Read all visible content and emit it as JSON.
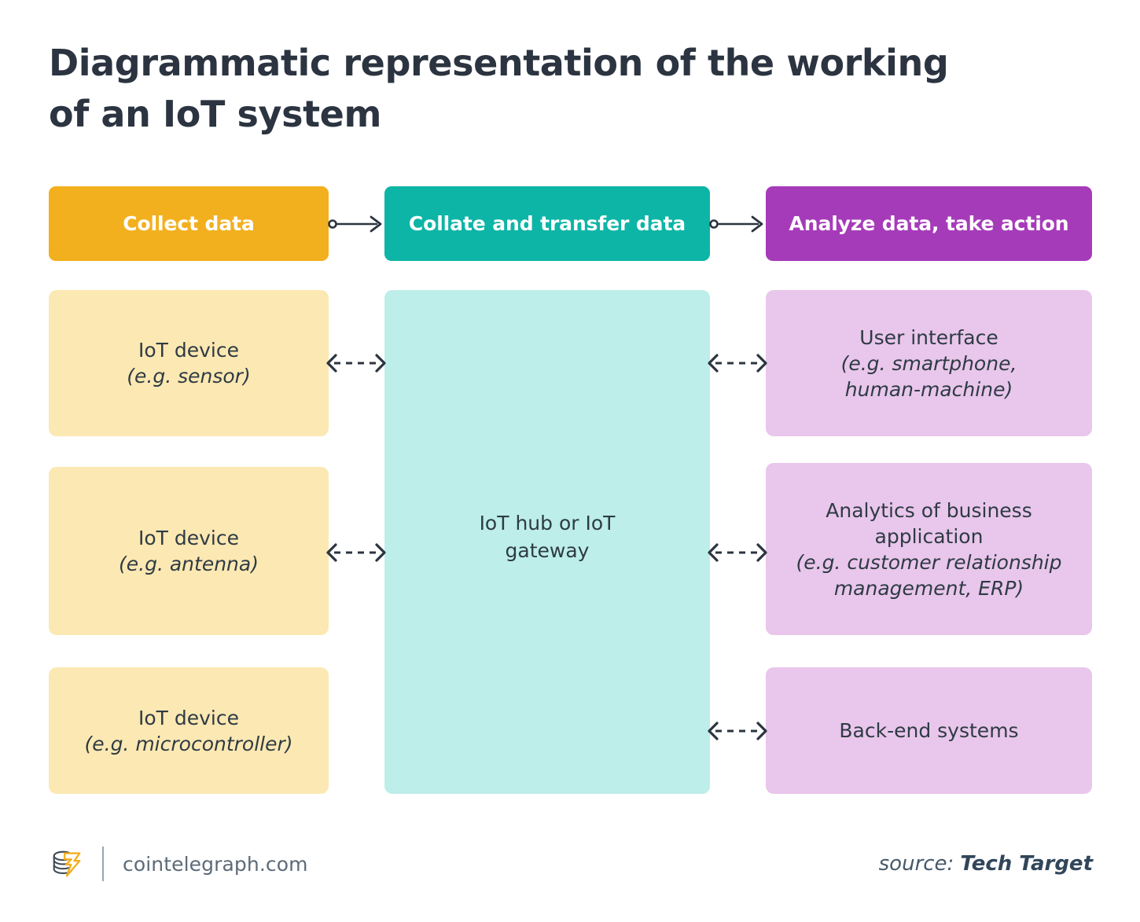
{
  "title": {
    "line1": "Diagrammatic representation of the working",
    "line2": "of an IoT system"
  },
  "colors": {
    "collect": "#F2B01E",
    "collate": "#0DB5A6",
    "analyze": "#A63BBA",
    "device_panel": "#FCE8B2",
    "hub_panel": "#BDEEE9",
    "endpoint_panel": "#E9C6EC",
    "text_dark": "#2e3b44",
    "title_text": "#2b3440",
    "connector": "#2b3440",
    "logo_bolt": "#F2B01E",
    "logo_coin": "#3f4a55"
  },
  "stages": [
    {
      "id": "collect",
      "label": "Collect data"
    },
    {
      "id": "collate",
      "label": "Collate and transfer data"
    },
    {
      "id": "analyze",
      "label": "Analyze data, take action"
    }
  ],
  "stage_connectors": [
    {
      "id": "collect-to-collate",
      "from": "Collect data",
      "to": "Collate and transfer data",
      "style": "solid-arrow"
    },
    {
      "id": "collate-to-analyze",
      "from": "Collate and transfer data",
      "to": "Analyze data, take action",
      "style": "solid-arrow"
    }
  ],
  "devices": [
    {
      "id": "sensor",
      "main": "IoT device",
      "sub": "(e.g. sensor)"
    },
    {
      "id": "antenna",
      "main": "IoT device",
      "sub": "(e.g. antenna)"
    },
    {
      "id": "microcontroller",
      "main": "IoT device",
      "sub": "(e.g. microcontroller)"
    }
  ],
  "hub": {
    "line1": "IoT hub or IoT",
    "line2": "gateway"
  },
  "endpoints": [
    {
      "id": "user-interface",
      "main": "User interface",
      "sub_line1": "(e.g. smartphone,",
      "sub_line2": "human-machine)"
    },
    {
      "id": "analytics",
      "main_line1": "Analytics of business",
      "main_line2": "application",
      "sub_line1": "(e.g. customer relationship",
      "sub_line2": "management, ERP)"
    },
    {
      "id": "back-end",
      "main": "Back-end systems",
      "sub_line1": "",
      "sub_line2": ""
    }
  ],
  "data_links": [
    {
      "id": "sensor-hub",
      "style": "dashed-bidirectional"
    },
    {
      "id": "antenna-hub",
      "style": "dashed-bidirectional"
    },
    {
      "id": "hub-user-interface",
      "style": "dashed-bidirectional"
    },
    {
      "id": "hub-analytics",
      "style": "dashed-bidirectional"
    },
    {
      "id": "hub-backend",
      "style": "dashed-bidirectional"
    }
  ],
  "footer": {
    "site": "cointelegraph.com",
    "source_label": "source:",
    "source_name": "Tech Target"
  }
}
